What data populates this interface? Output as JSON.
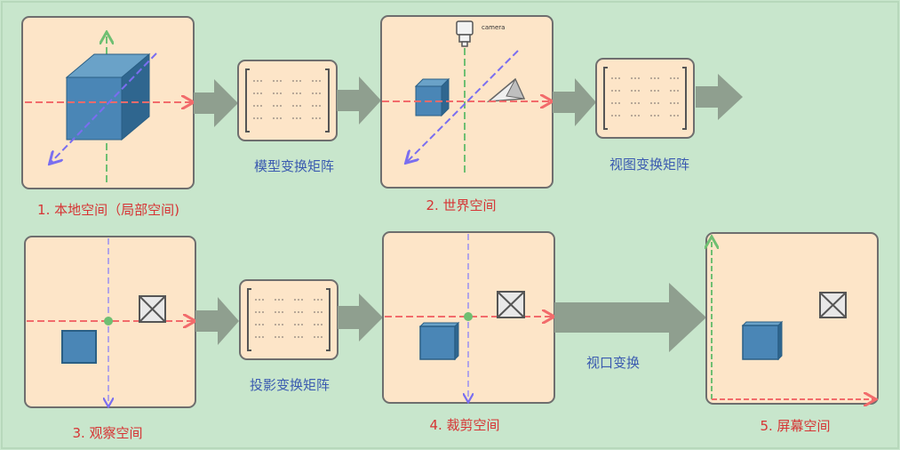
{
  "labels": {
    "local_space": "1. 本地空间（局部空间)",
    "world_space": "2. 世界空间",
    "view_space": "3. 观察空间",
    "clip_space": "4. 裁剪空间",
    "screen_space": "5. 屏幕空间",
    "model_matrix": "模型变换矩阵",
    "view_matrix": "视图变换矩阵",
    "projection_matrix": "投影变换矩阵",
    "viewport_transform": "视口变换",
    "camera": "camera"
  },
  "colors": {
    "background": "#c8e6cc",
    "panel_fill": "#fde5c8",
    "panel_border": "#6e6e6e",
    "arrow": "#8f9f8f",
    "cube": "#4a86b6",
    "x_axis": "#f26b6b",
    "y_axis": "#6fbf72",
    "z_axis": "#7a6ef0",
    "stage_label": "#d63434",
    "transform_label": "#3b5bb0"
  }
}
